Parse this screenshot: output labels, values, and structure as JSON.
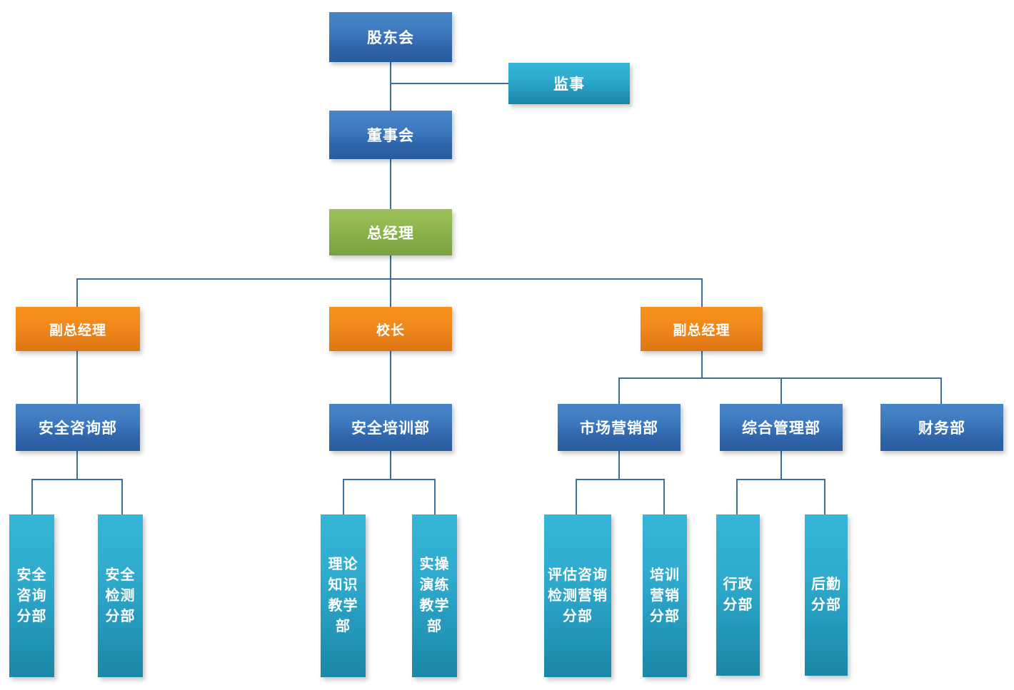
{
  "chart_title": "",
  "colors": {
    "blue": "#3f7ac0",
    "teal": "#2eaacd",
    "green": "#91b64f",
    "orange": "#f28a1b",
    "connector": "#3b6ea5",
    "text": "#ffffff",
    "background": "#ffffff"
  },
  "nodes": {
    "shareholders_meeting": "股东会",
    "supervisor": "监事",
    "board_of_directors": "董事会",
    "general_manager": "总经理",
    "vice_gm_left": "副总经理",
    "principal": "校长",
    "vice_gm_right": "副总经理",
    "safety_consulting_dept": "安全咨询部",
    "safety_training_dept": "安全培训部",
    "marketing_dept": "市场营销部",
    "general_admin_dept": "综合管理部",
    "finance_dept": "财务部",
    "safety_consulting_branch": "安全咨询分部",
    "safety_inspection_branch": "安全检测分部",
    "theory_teaching_dept": "理论知识教学部",
    "practical_teaching_dept": "实操演练教学部",
    "assessment_branch": "评估咨询检测营销分部",
    "training_marketing_branch": "培训营销分部",
    "administration_branch": "行政分部",
    "logistics_branch": "后勤分部"
  }
}
